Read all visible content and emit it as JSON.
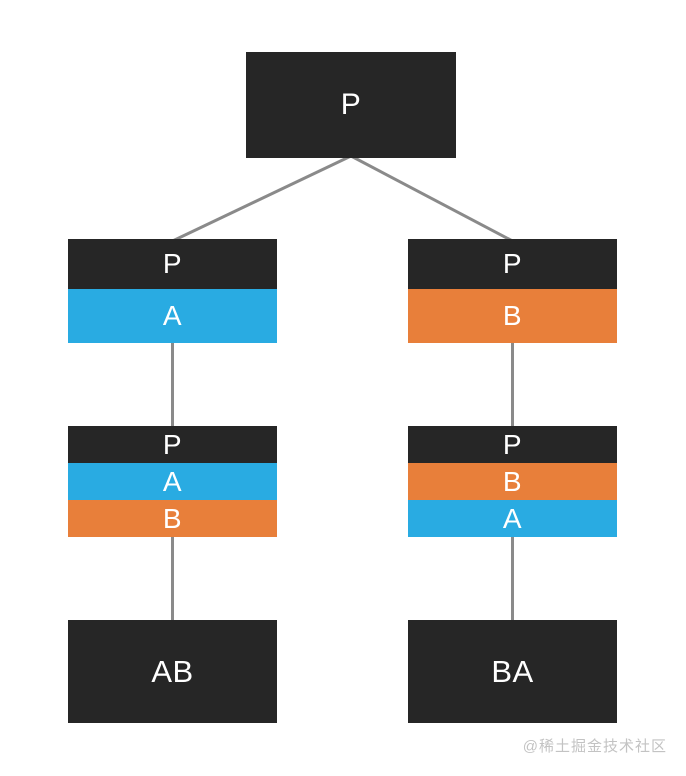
{
  "colors": {
    "box_dark": "#262626",
    "blue": "#29abe2",
    "orange": "#e87f3a",
    "line": "#8a8a8a",
    "text_light": "#ffffff",
    "watermark": "#c3c3c3"
  },
  "tree": {
    "root": {
      "segments": [
        {
          "label": "P",
          "color": "box_dark"
        }
      ]
    },
    "level2": [
      {
        "segments": [
          {
            "label": "P",
            "color": "box_dark"
          },
          {
            "label": "A",
            "color": "blue"
          }
        ]
      },
      {
        "segments": [
          {
            "label": "P",
            "color": "box_dark"
          },
          {
            "label": "B",
            "color": "orange"
          }
        ]
      }
    ],
    "level3": [
      {
        "segments": [
          {
            "label": "P",
            "color": "box_dark"
          },
          {
            "label": "A",
            "color": "blue"
          },
          {
            "label": "B",
            "color": "orange"
          }
        ]
      },
      {
        "segments": [
          {
            "label": "P",
            "color": "box_dark"
          },
          {
            "label": "B",
            "color": "orange"
          },
          {
            "label": "A",
            "color": "blue"
          }
        ]
      }
    ],
    "leaves": [
      {
        "label": "AB",
        "color": "box_dark"
      },
      {
        "label": "BA",
        "color": "box_dark"
      }
    ]
  },
  "watermark": {
    "text": "@稀土掘金技术社区"
  }
}
